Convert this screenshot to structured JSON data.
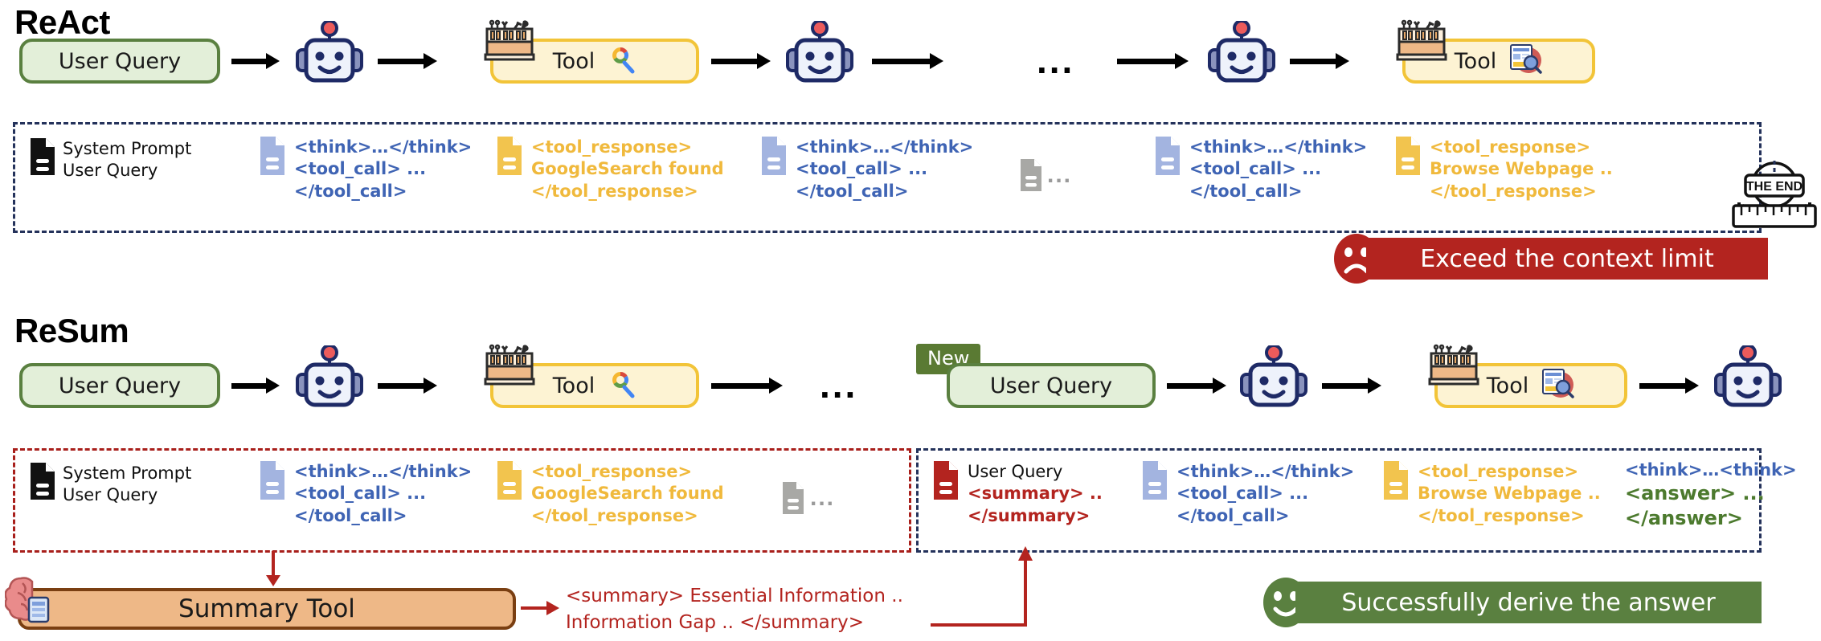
{
  "sections": {
    "react": {
      "title": "ReAct",
      "flow": [
        {
          "kind": "pill-green",
          "label": "User Query"
        },
        {
          "kind": "robot",
          "label": "agent-robot"
        },
        {
          "kind": "pill-tool-search",
          "label": "Tool"
        },
        {
          "kind": "robot",
          "label": "agent-robot"
        },
        {
          "kind": "ellipsis",
          "label": "..."
        },
        {
          "kind": "robot",
          "label": "agent-robot"
        },
        {
          "kind": "pill-tool-browse",
          "label": "Tool"
        }
      ],
      "context": [
        {
          "icon": "black-doc",
          "lines": [
            "System Prompt",
            "User Query"
          ],
          "color": "black"
        },
        {
          "icon": "blue-doc",
          "lines": [
            "<think>…</think>",
            "<tool_call> ...",
            "</tool_call>"
          ],
          "color": "blue"
        },
        {
          "icon": "yellow-doc",
          "lines": [
            "<tool_response>",
            "GoogleSearch found",
            "</tool_response>"
          ],
          "color": "yellow"
        },
        {
          "icon": "blue-doc",
          "lines": [
            "<think>…</think>",
            "<tool_call> ...",
            "</tool_call>"
          ],
          "color": "blue"
        },
        {
          "icon": "gray-doc",
          "lines": [
            "..."
          ],
          "color": "gray"
        },
        {
          "icon": "blue-doc",
          "lines": [
            "<think>…</think>",
            "<tool_call> ...",
            "</tool_call>"
          ],
          "color": "blue"
        },
        {
          "icon": "yellow-doc",
          "lines": [
            "<tool_response>",
            "Browse Webpage ..",
            "</tool_response>"
          ],
          "color": "yellow"
        }
      ],
      "end_marker": "THE END",
      "banner": {
        "text": "Exceed the context limit",
        "face": "sad-face",
        "color": "#b3241f"
      }
    },
    "resum": {
      "title": "ReSum",
      "flow": [
        {
          "kind": "pill-green",
          "label": "User Query"
        },
        {
          "kind": "robot",
          "label": "agent-robot"
        },
        {
          "kind": "pill-tool-search",
          "label": "Tool"
        },
        {
          "kind": "ellipsis",
          "label": "..."
        },
        {
          "kind": "pill-green-new",
          "label": "User Query",
          "badge": "New"
        },
        {
          "kind": "robot",
          "label": "agent-robot"
        },
        {
          "kind": "pill-tool-browse",
          "label": "Tool"
        },
        {
          "kind": "robot",
          "label": "agent-robot"
        }
      ],
      "context_left": [
        {
          "icon": "black-doc",
          "lines": [
            "System Prompt",
            "User Query"
          ],
          "color": "black"
        },
        {
          "icon": "blue-doc",
          "lines": [
            "<think>…</think>",
            "<tool_call> ...",
            "</tool_call>"
          ],
          "color": "blue"
        },
        {
          "icon": "yellow-doc",
          "lines": [
            "<tool_response>",
            "GoogleSearch found",
            "</tool_response>"
          ],
          "color": "yellow"
        },
        {
          "icon": "gray-doc",
          "lines": [
            "..."
          ],
          "color": "gray"
        }
      ],
      "context_right": [
        {
          "icon": "red-doc",
          "lines": [
            "User Query",
            "<summary> ..",
            "</summary>"
          ],
          "color": "red",
          "first_line_black": true
        },
        {
          "icon": "blue-doc",
          "lines": [
            "<think>…</think>",
            "<tool_call> ...",
            "</tool_call>"
          ],
          "color": "blue"
        },
        {
          "icon": "yellow-doc",
          "lines": [
            "<tool_response>",
            "Browse Webpage ..",
            "</tool_response>"
          ],
          "color": "yellow"
        },
        {
          "icon": "none",
          "lines": [
            "<think>…<think>",
            "<answer> ...",
            "</answer>"
          ],
          "color": "green"
        }
      ],
      "summary_tool": {
        "label": "Summary Tool",
        "icon": "brain-icon"
      },
      "summary_output": [
        "<summary> Essential Information ..",
        "Information Gap .. </summary>"
      ],
      "banner": {
        "text": "Successfully derive the answer",
        "face": "happy-face",
        "color": "#5a8040"
      }
    }
  },
  "colors": {
    "green_pill_bg": "#e3efd9",
    "green_pill_border": "#5a8040",
    "yellow_pill_bg": "#fdf3d3",
    "yellow_pill_border": "#f2c438",
    "brown_pill_bg": "#eeb887",
    "navy_dash": "#24325b",
    "red_dash": "#a81f1b",
    "blue_text": "#3f64b4",
    "yellow_text": "#f0b93c",
    "red_text": "#b3241f",
    "green_text": "#4c7a2e"
  }
}
